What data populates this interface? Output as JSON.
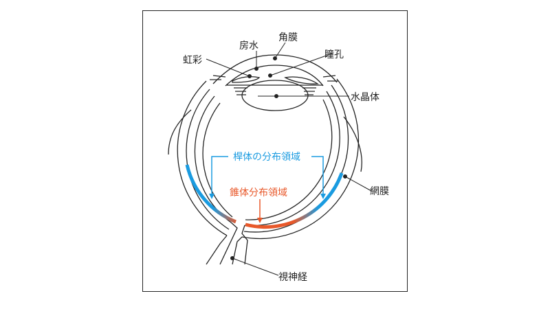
{
  "labels": {
    "cornea": "角膜",
    "aqueous_humor": "房水",
    "iris": "虹彩",
    "pupil": "瞳孔",
    "lens": "水晶体",
    "rod_region": "桿体の分布領域",
    "cone_region": "錐体分布領域",
    "retina": "網膜",
    "optic_nerve": "視神経"
  },
  "colors": {
    "rod": "#1a9be0",
    "cone": "#e8582a",
    "line": "#222222"
  }
}
